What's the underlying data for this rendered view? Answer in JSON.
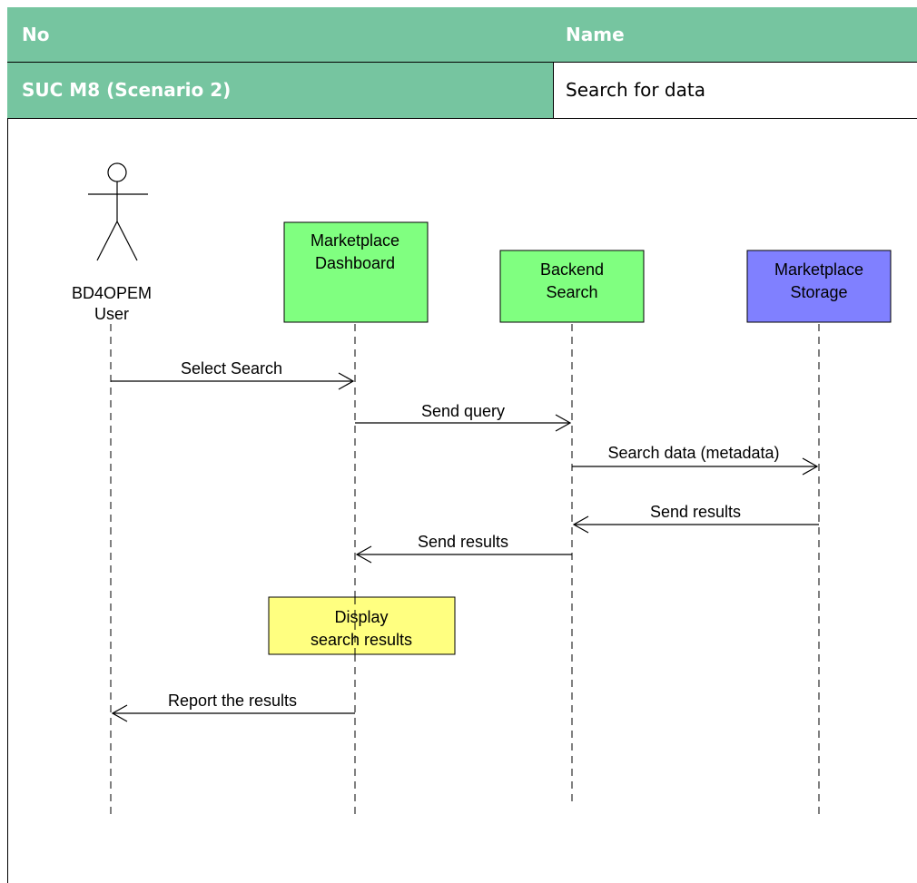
{
  "table": {
    "header": {
      "no": "No",
      "name": "Name"
    },
    "row": {
      "id": "SUC M8 (Scenario 2)",
      "name": "Search for data"
    }
  },
  "diagram": {
    "actor": {
      "line1": "BD4OPEM",
      "line2": "User"
    },
    "lifelines": [
      {
        "line1": "Marketplace",
        "line2": "Dashboard",
        "color": "#80ff80"
      },
      {
        "line1": "Backend",
        "line2": "Search",
        "color": "#80ff80"
      },
      {
        "line1": "Marketplace",
        "line2": "Storage",
        "color": "#8080ff"
      }
    ],
    "messages": [
      {
        "label": "Select Search"
      },
      {
        "label": "Send query"
      },
      {
        "label": "Search data (metadata)"
      },
      {
        "label": "Send results"
      },
      {
        "label": "Send results"
      },
      {
        "label": "Report the results"
      }
    ],
    "note": {
      "line1": "Display",
      "line2": "search results",
      "color": "#ffff80"
    }
  }
}
